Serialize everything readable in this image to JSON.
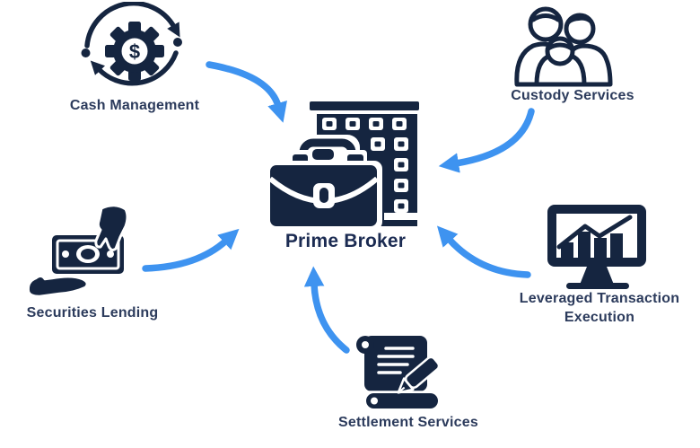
{
  "diagram": {
    "center_node": {
      "id": "prime-broker",
      "label": "Prime Broker",
      "icon": "briefcase-office-building-icon"
    },
    "nodes": [
      {
        "id": "cash-management",
        "label": "Cash Management",
        "icon": "dollar-gear-cycle-icon",
        "position": "top-left",
        "symbol": "$"
      },
      {
        "id": "custody-services",
        "label": "Custody Services",
        "icon": "people-group-icon",
        "position": "top-right"
      },
      {
        "id": "securities-lending",
        "label": "Securities Lending",
        "icon": "hand-banknote-icon",
        "position": "middle-left"
      },
      {
        "id": "leveraged-transaction-execution",
        "label": "Leveraged Transaction Execution",
        "icon": "monitor-bar-chart-icon",
        "position": "middle-right"
      },
      {
        "id": "settlement-services",
        "label": "Settlement Services",
        "icon": "scroll-pen-icon",
        "position": "bottom-center"
      }
    ],
    "arrows": [
      {
        "from": "cash-management",
        "to": "prime-broker"
      },
      {
        "from": "custody-services",
        "to": "prime-broker"
      },
      {
        "from": "securities-lending",
        "to": "prime-broker"
      },
      {
        "from": "leveraged-transaction-execution",
        "to": "prime-broker"
      },
      {
        "from": "settlement-services",
        "to": "prime-broker"
      }
    ],
    "colors": {
      "icon_navy": "#152540",
      "label_navy": "#2C3B5C",
      "title_navy": "#1B2B52",
      "arrow_blue": "#3E93F0",
      "background": "#FFFFFF"
    }
  }
}
